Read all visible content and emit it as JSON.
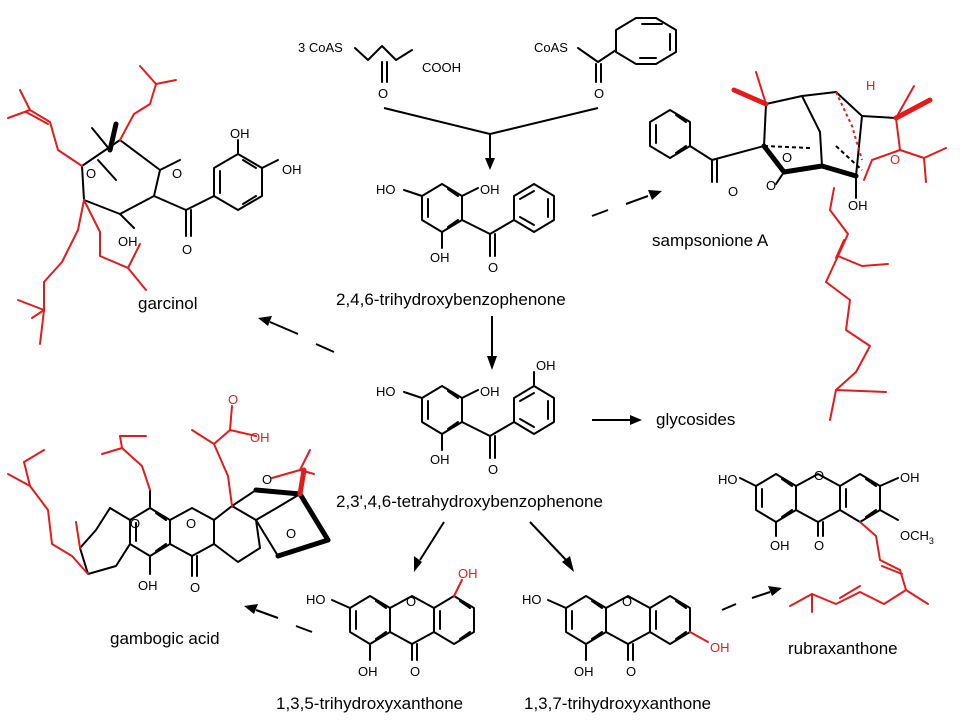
{
  "labels": {
    "malonyl": "3 CoAS",
    "cooh": "COOH",
    "benzoyl": "CoAS",
    "benzophenone": "2,4,6-trihydroxybenzophenone",
    "tetrahydroxy": "2,3',4,6-tetrahydroxybenzophenone",
    "sampsonione": "sampsonione A",
    "garcinol": "garcinol",
    "glycosides": "glycosides",
    "gambogic": "gambogic acid",
    "rubraxanthone": "rubraxanthone",
    "xanthone135": "1,3,5-trihydroxyxanthone",
    "xanthone137": "1,3,7-trihydroxyxanthone"
  },
  "atoms": {
    "oh": "OH",
    "ho": "HO",
    "o": "O",
    "h": "H",
    "och3": "OCH",
    "och3_sub": "3",
    "cooh_acid": "OH"
  },
  "colors": {
    "structure": "#000000",
    "prenyl_highlight": "#e41b1b",
    "background": "#ffffff"
  }
}
